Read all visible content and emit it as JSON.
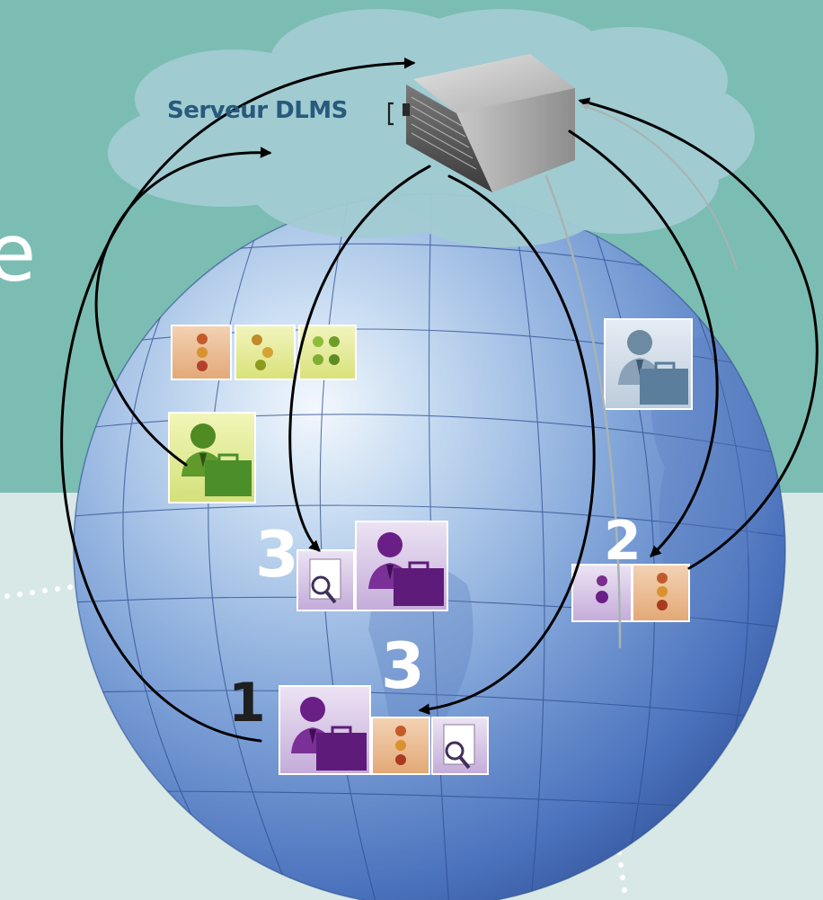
{
  "server": {
    "label": "Serveur DLMS"
  },
  "edge_letter": "e",
  "step_labels": {
    "one": "1",
    "two": "2",
    "three_upper": "3",
    "three_lower": "3"
  },
  "colors": {
    "teal_band": "#7bbcb2",
    "pale_band": "#d9e9e7",
    "cloud": "#a3cdd4",
    "globe_light": "#e8f2fb",
    "globe_dark": "#3a64b0",
    "server_label": "#285a7c",
    "arrow": "#000000",
    "arrow_grey": "#a9b3b3",
    "tile_orange": "#e9b98e",
    "tile_yellow": "#e6ec9a",
    "tile_purple": "#c9b6dc",
    "tile_blue": "#cbd8e6",
    "person_purple": "#6a1f86",
    "person_green": "#5e9a2a",
    "person_blue": "#6f8ea7"
  }
}
